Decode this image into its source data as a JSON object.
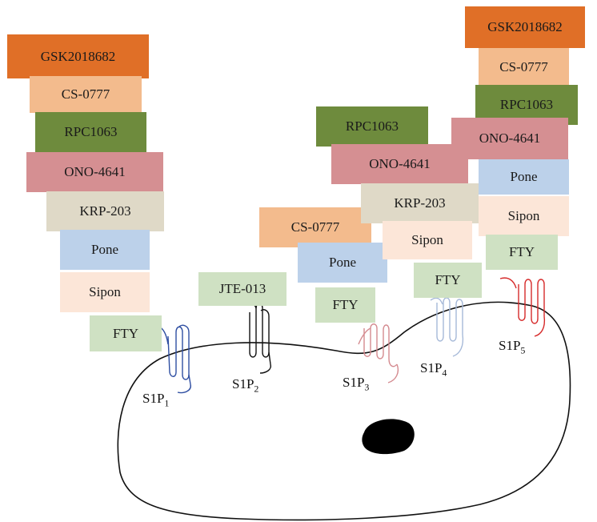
{
  "colors": {
    "GSK2018682": "#e06f27",
    "CS-0777": "#f3bb8d",
    "RPC1063": "#6e8b3d",
    "ONO-4641": "#d58f92",
    "KRP-203": "#dfd9c7",
    "Pone": "#bcd1ea",
    "Sipon": "#fce6d8",
    "FTY": "#cfe1c3",
    "JTE-013": "#cfe1c3",
    "S1P1": "#2f4fa2",
    "S1P2": "#111111",
    "S1P3": "#d48a8f",
    "S1P4": "#a6b9d8",
    "S1P5": "#d62a2a"
  },
  "receptors": [
    {
      "name": "S1P",
      "sub": "1"
    },
    {
      "name": "S1P",
      "sub": "2"
    },
    {
      "name": "S1P",
      "sub": "3"
    },
    {
      "name": "S1P",
      "sub": "4"
    },
    {
      "name": "S1P",
      "sub": "5"
    }
  ],
  "stack1": [
    "GSK2018682",
    "CS-0777",
    "RPC1063",
    "ONO-4641",
    "KRP-203",
    "Pone",
    "Sipon",
    "FTY"
  ],
  "stack2": [
    "JTE-013"
  ],
  "stack3": [
    "CS-0777",
    "Pone",
    "FTY"
  ],
  "stack4": [
    "RPC1063",
    "ONO-4641",
    "KRP-203",
    "Sipon",
    "FTY"
  ],
  "stack5": [
    "GSK2018682",
    "CS-0777",
    "RPC1063",
    "ONO-4641",
    "Pone",
    "Sipon",
    "FTY"
  ]
}
